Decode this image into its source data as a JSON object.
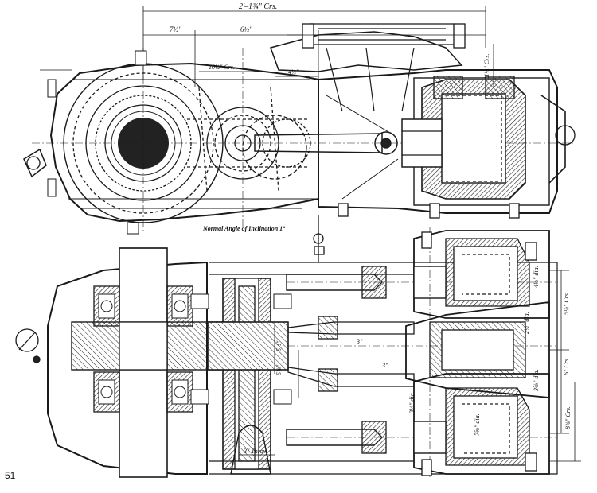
{
  "figure": {
    "page_number": "51",
    "caption_upper": "Normal Angle of Inclination 1°",
    "dimensions": {
      "overall_centres": "2'–1¾\" Crs.",
      "left_span": "7½\"",
      "right_span": "6½\"",
      "centres_10": "10½\" Crs.",
      "small_span": "4½\"",
      "right_vertical_top": "11¼\" Crs.",
      "dia_4": "4½\" dia.",
      "dia_3": "3½\" dia.",
      "dia_2": "2½\" dia.",
      "crs_5": "5¼\" Crs.",
      "crs_6": "6\" Crs.",
      "dia_3b": "3⅝\" dia.",
      "dia_7": "7⅝\" dia.",
      "crs_8": "8⅜\" Crs.",
      "mid_5a": "5½\"",
      "mid_5b": "5⅜\"",
      "mid_3a": "3\"",
      "mid_3b": "3\"",
      "throw": "3\" Throw"
    }
  }
}
